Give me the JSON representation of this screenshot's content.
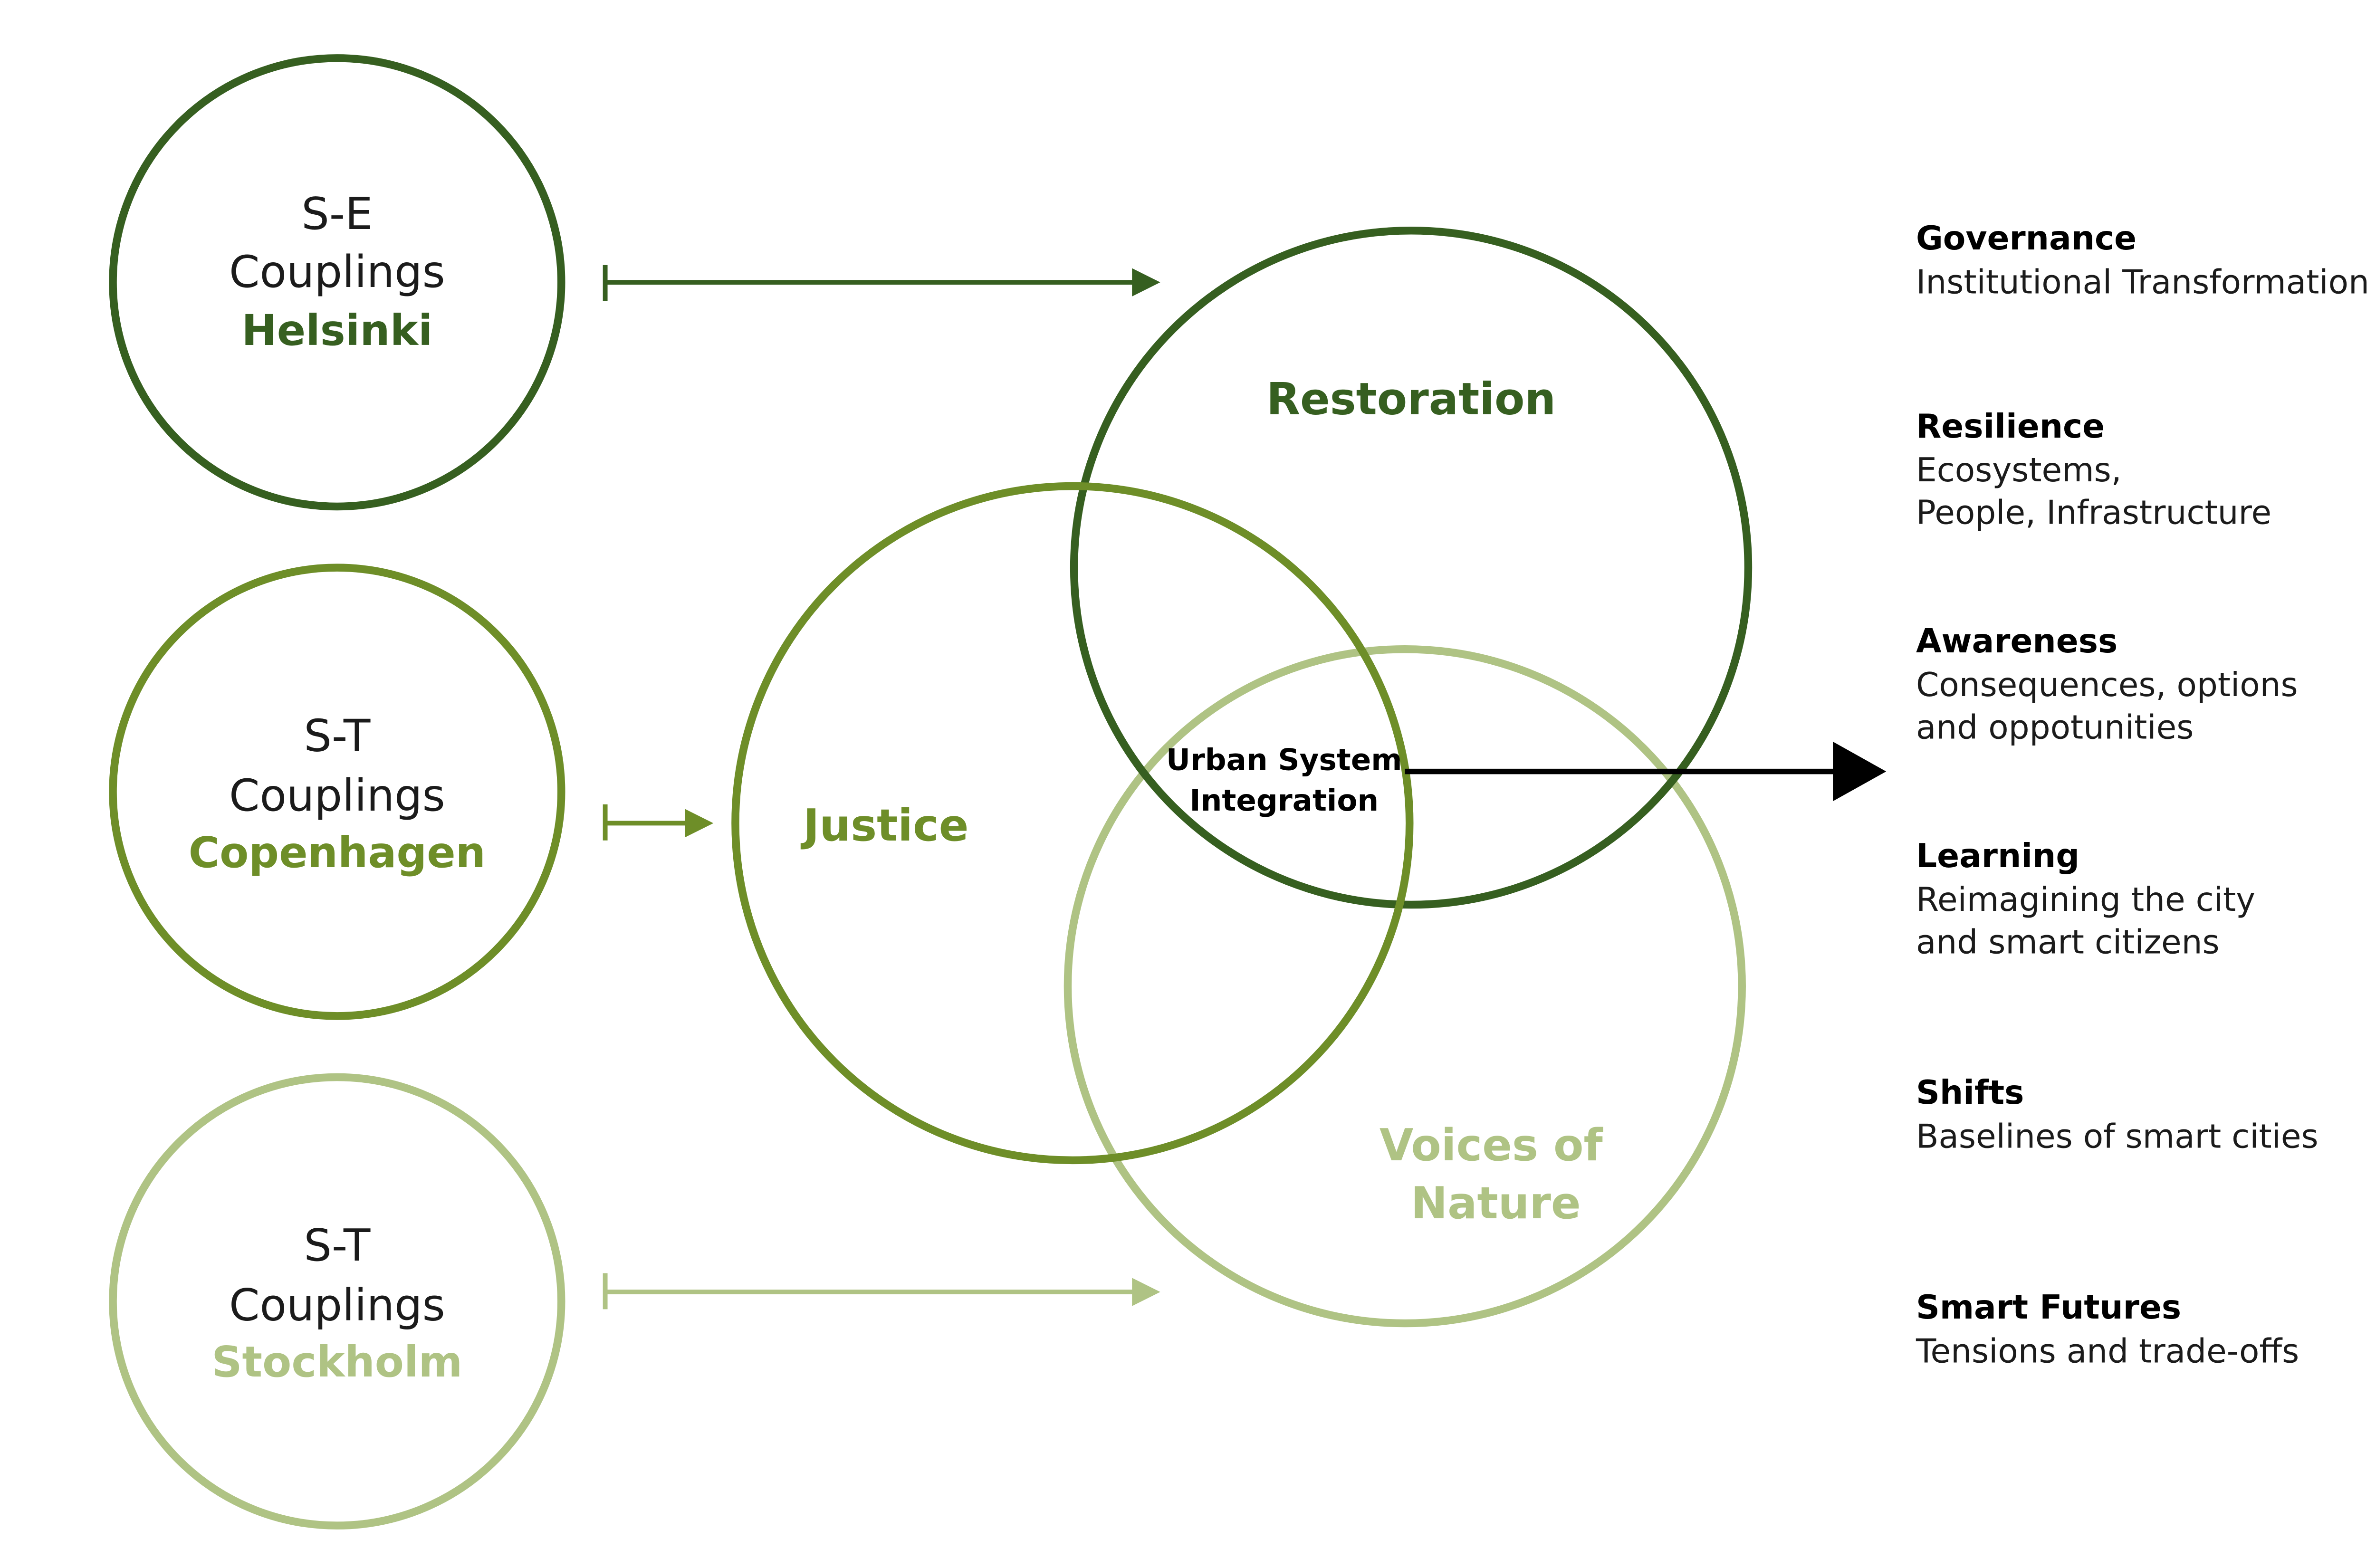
{
  "colors": {
    "dark_green": "#365F20",
    "mid_green": "#6E8E28",
    "light_green": "#AFC384",
    "black": "#000000",
    "text": "#1B1B1B"
  },
  "left_circles": [
    {
      "line1": "S-E",
      "line2": "Couplings",
      "city": "Helsinki"
    },
    {
      "line1": "S-T",
      "line2": "Couplings",
      "city": "Copenhagen"
    },
    {
      "line1": "S-T",
      "line2": "Couplings",
      "city": "Stockholm"
    }
  ],
  "venn": {
    "restoration": "Restoration",
    "justice": "Justice",
    "voices_line1": "Voices of",
    "voices_line2": "Nature",
    "center_line1": "Urban System",
    "center_line2": "Integration"
  },
  "outcomes": [
    {
      "title": "Governance",
      "lines": [
        "Institutional Transformation"
      ]
    },
    {
      "title": "Resilience",
      "lines": [
        "Ecosystems,",
        "People, Infrastructure"
      ]
    },
    {
      "title": "Awareness",
      "lines": [
        "Consequences, options",
        "and oppotunities"
      ]
    },
    {
      "title": "Learning",
      "lines": [
        "Reimagining the city",
        "and smart citizens"
      ]
    },
    {
      "title": "Shifts",
      "lines": [
        "Baselines of smart cities"
      ]
    },
    {
      "title": "Smart Futures",
      "lines": [
        "Tensions and trade-offs"
      ]
    }
  ]
}
